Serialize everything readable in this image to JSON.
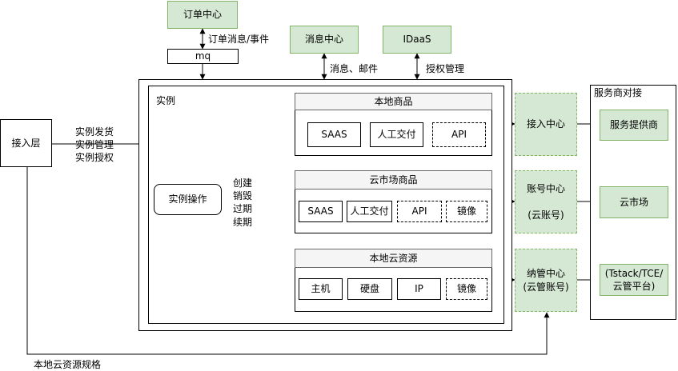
{
  "top": {
    "order_center": "订单中心",
    "order_edge_label": "订单消息/事件",
    "mq": "mq",
    "message_center": "消息中心",
    "message_edge_label": "消息、邮件",
    "idaas": "IDaaS",
    "idaas_edge_label": "授权管理"
  },
  "access_layer": {
    "label": "接入层",
    "edge_label": "实例发货\n实例管理\n实例授权"
  },
  "instance": {
    "title": "实例",
    "operation": "实例操作",
    "operation_label": "创建\n销毁\n过期\n续期"
  },
  "groups": {
    "local_products": {
      "title": "本地商品",
      "items": [
        "SAAS",
        "人工交付",
        "API"
      ]
    },
    "market_products": {
      "title": "云市场商品",
      "items": [
        "SAAS",
        "人工交付",
        "API",
        "镜像"
      ]
    },
    "local_resources": {
      "title": "本地云资源",
      "items": [
        "主机",
        "硬盘",
        "IP",
        "镜像"
      ]
    }
  },
  "middle": {
    "access_center": "接入中心",
    "account_center": "账号中心\n\n(云账号)",
    "managed_center": "纳管中心\n(云管账号)"
  },
  "provider": {
    "title": "服务商对接",
    "service_provider": "服务提供商",
    "cloud_market": "云市场",
    "cloud_platform": "(Tstack/TCE/\n云管平台)"
  },
  "bottom": {
    "spec_label": "本地云资源规格"
  }
}
